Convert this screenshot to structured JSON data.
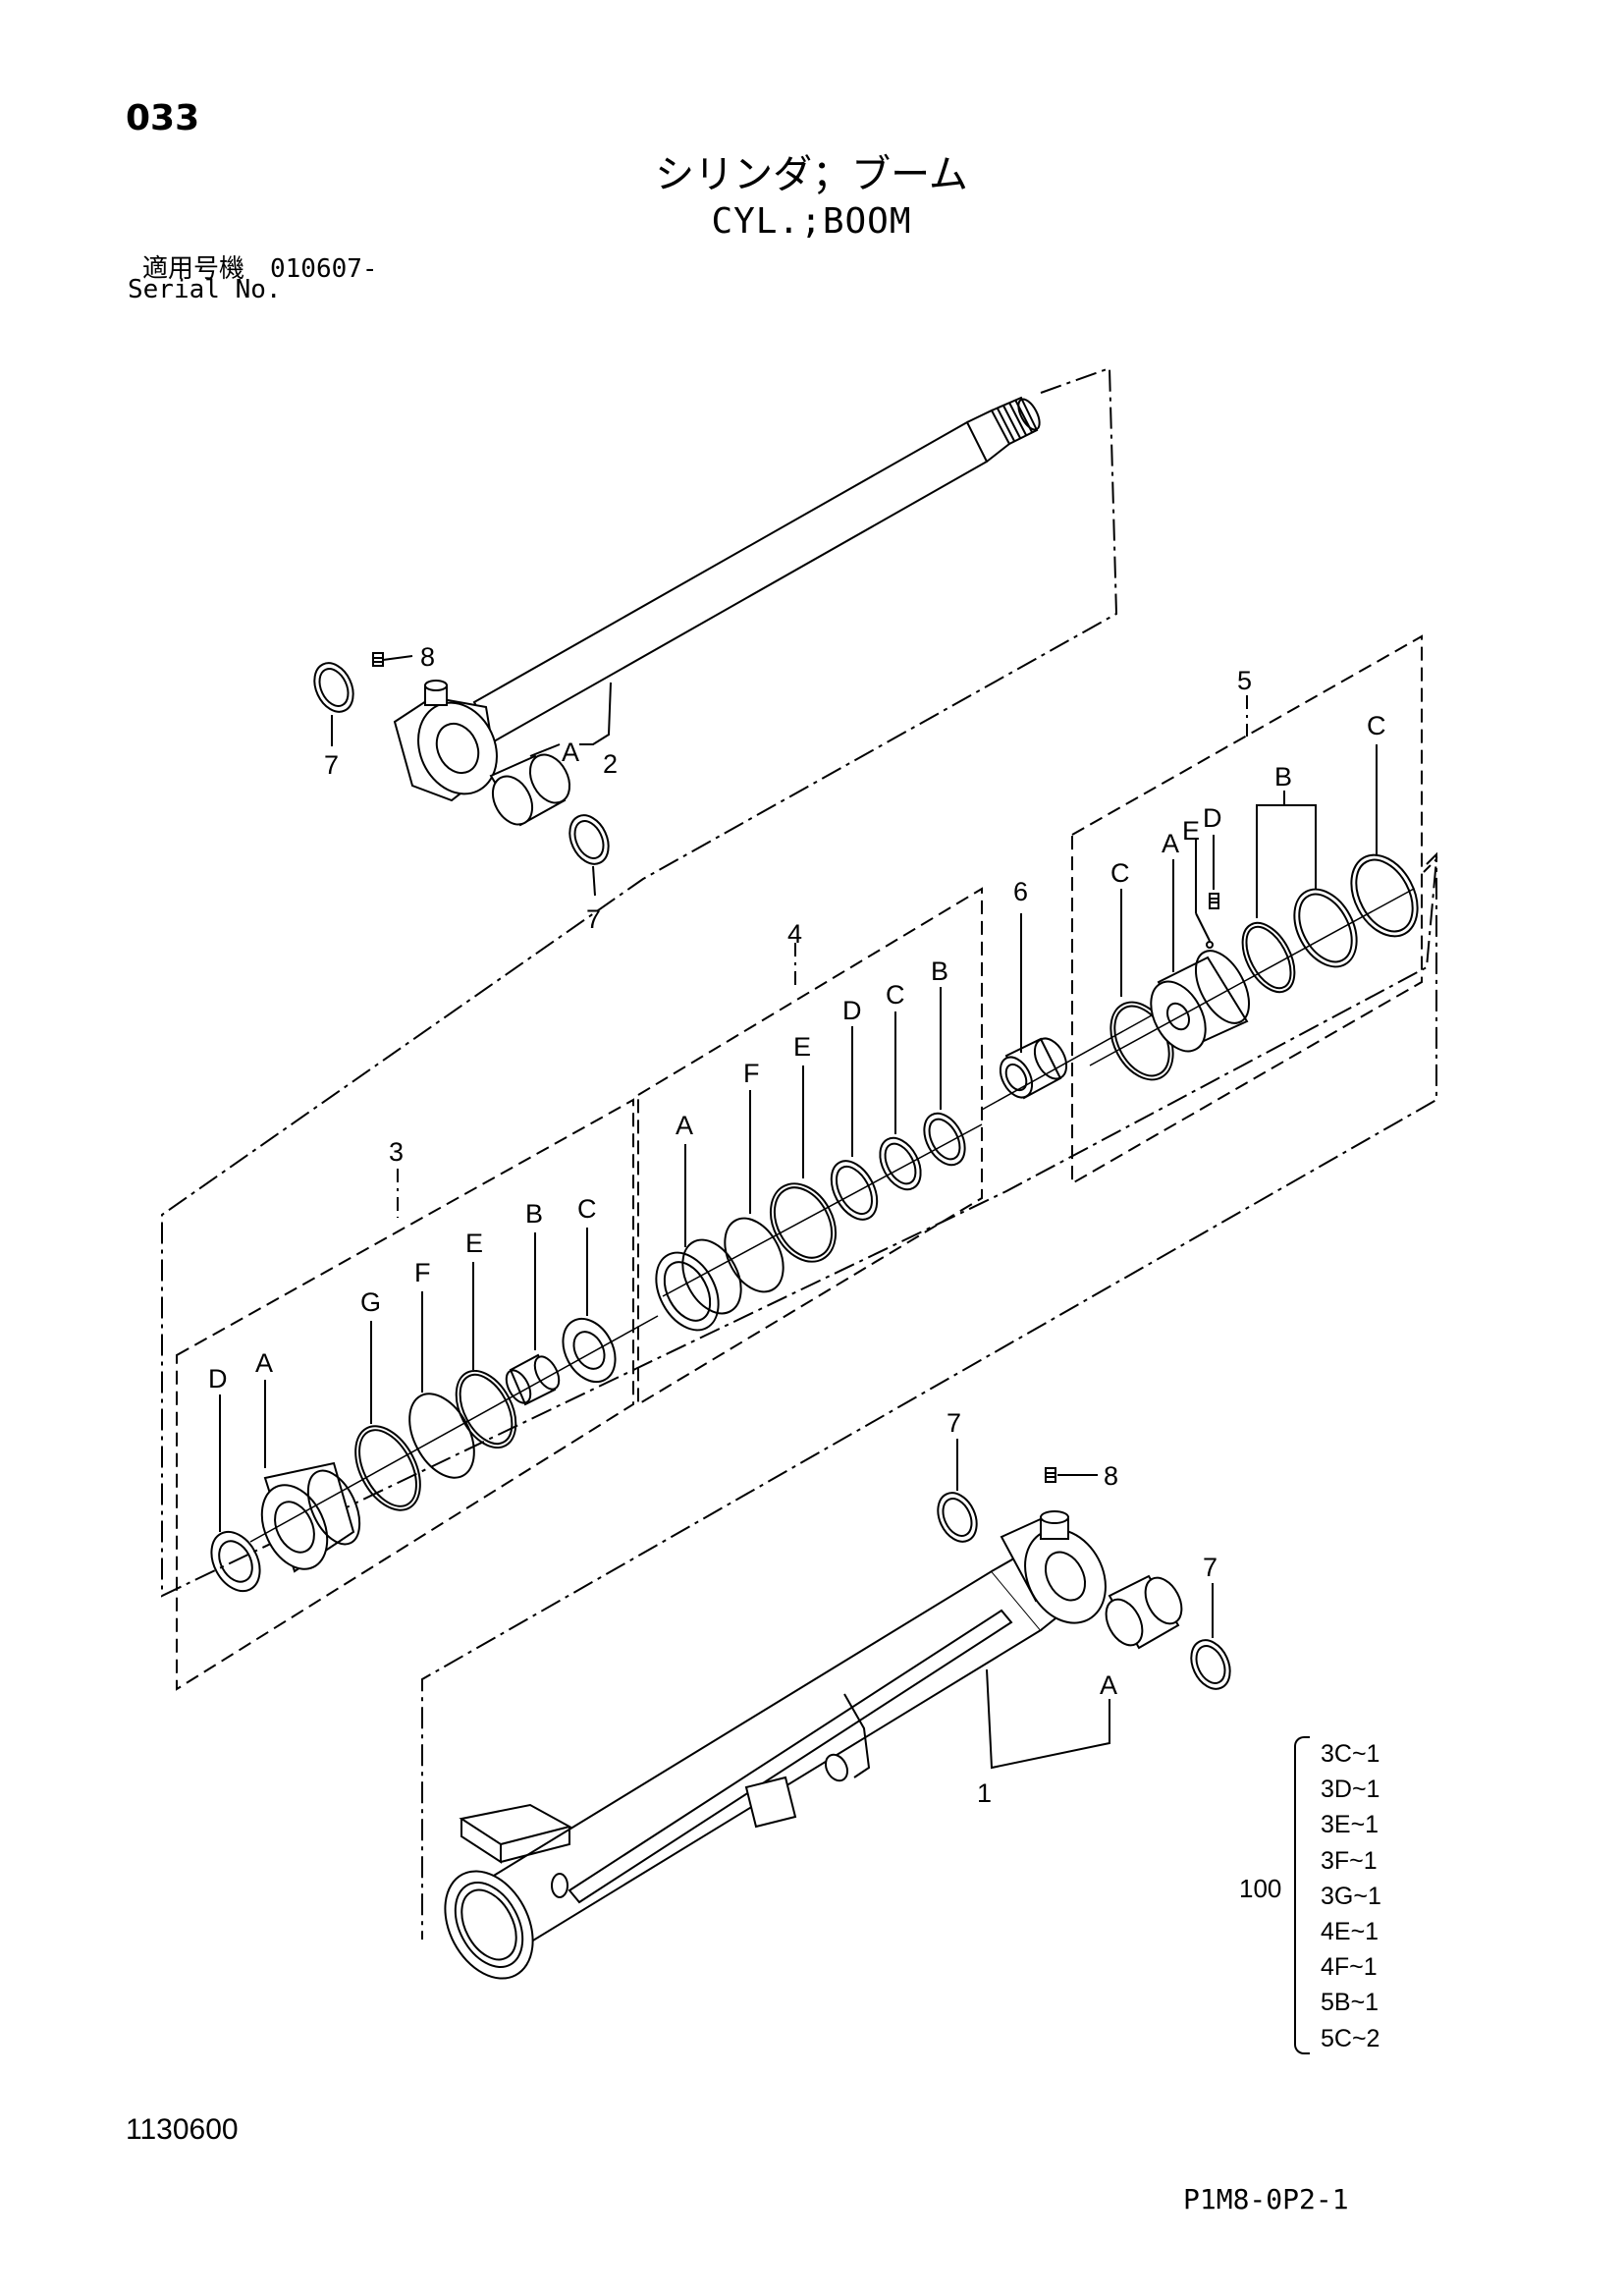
{
  "header": {
    "page_number": "033",
    "title_jp": "シリンダ；ブーム",
    "title_en": "CYL.;BOOM",
    "serial_jp": "適用号機　010607-",
    "serial_en": "Serial No."
  },
  "callouts": {
    "c1": "1",
    "c2": "2",
    "c3": "3",
    "c4": "4",
    "c5": "5",
    "c6": "6",
    "c7a": "7",
    "c7b": "7",
    "c7c": "7",
    "c7d": "7",
    "c8a": "8",
    "c8b": "8",
    "rod_A": "A",
    "g3_D": "D",
    "g3_A": "A",
    "g3_G": "G",
    "g3_F": "F",
    "g3_E": "E",
    "g3_B": "B",
    "g3_C": "C",
    "g4_A": "A",
    "g4_F": "F",
    "g4_E": "E",
    "g4_D": "D",
    "g4_C": "C",
    "g4_B": "B",
    "g5_C1": "C",
    "g5_A": "A",
    "g5_E": "E",
    "g5_D": "D",
    "g5_B": "B",
    "g5_C2": "C",
    "tube_A": "A"
  },
  "kit": {
    "label": "100",
    "items": [
      "3C~1",
      "3D~1",
      "3E~1",
      "3F~1",
      "3G~1",
      "4E~1",
      "4F~1",
      "5B~1",
      "5C~2"
    ]
  },
  "footer": {
    "figure_number": "1130600",
    "code": "P1M8-0P2-1"
  }
}
